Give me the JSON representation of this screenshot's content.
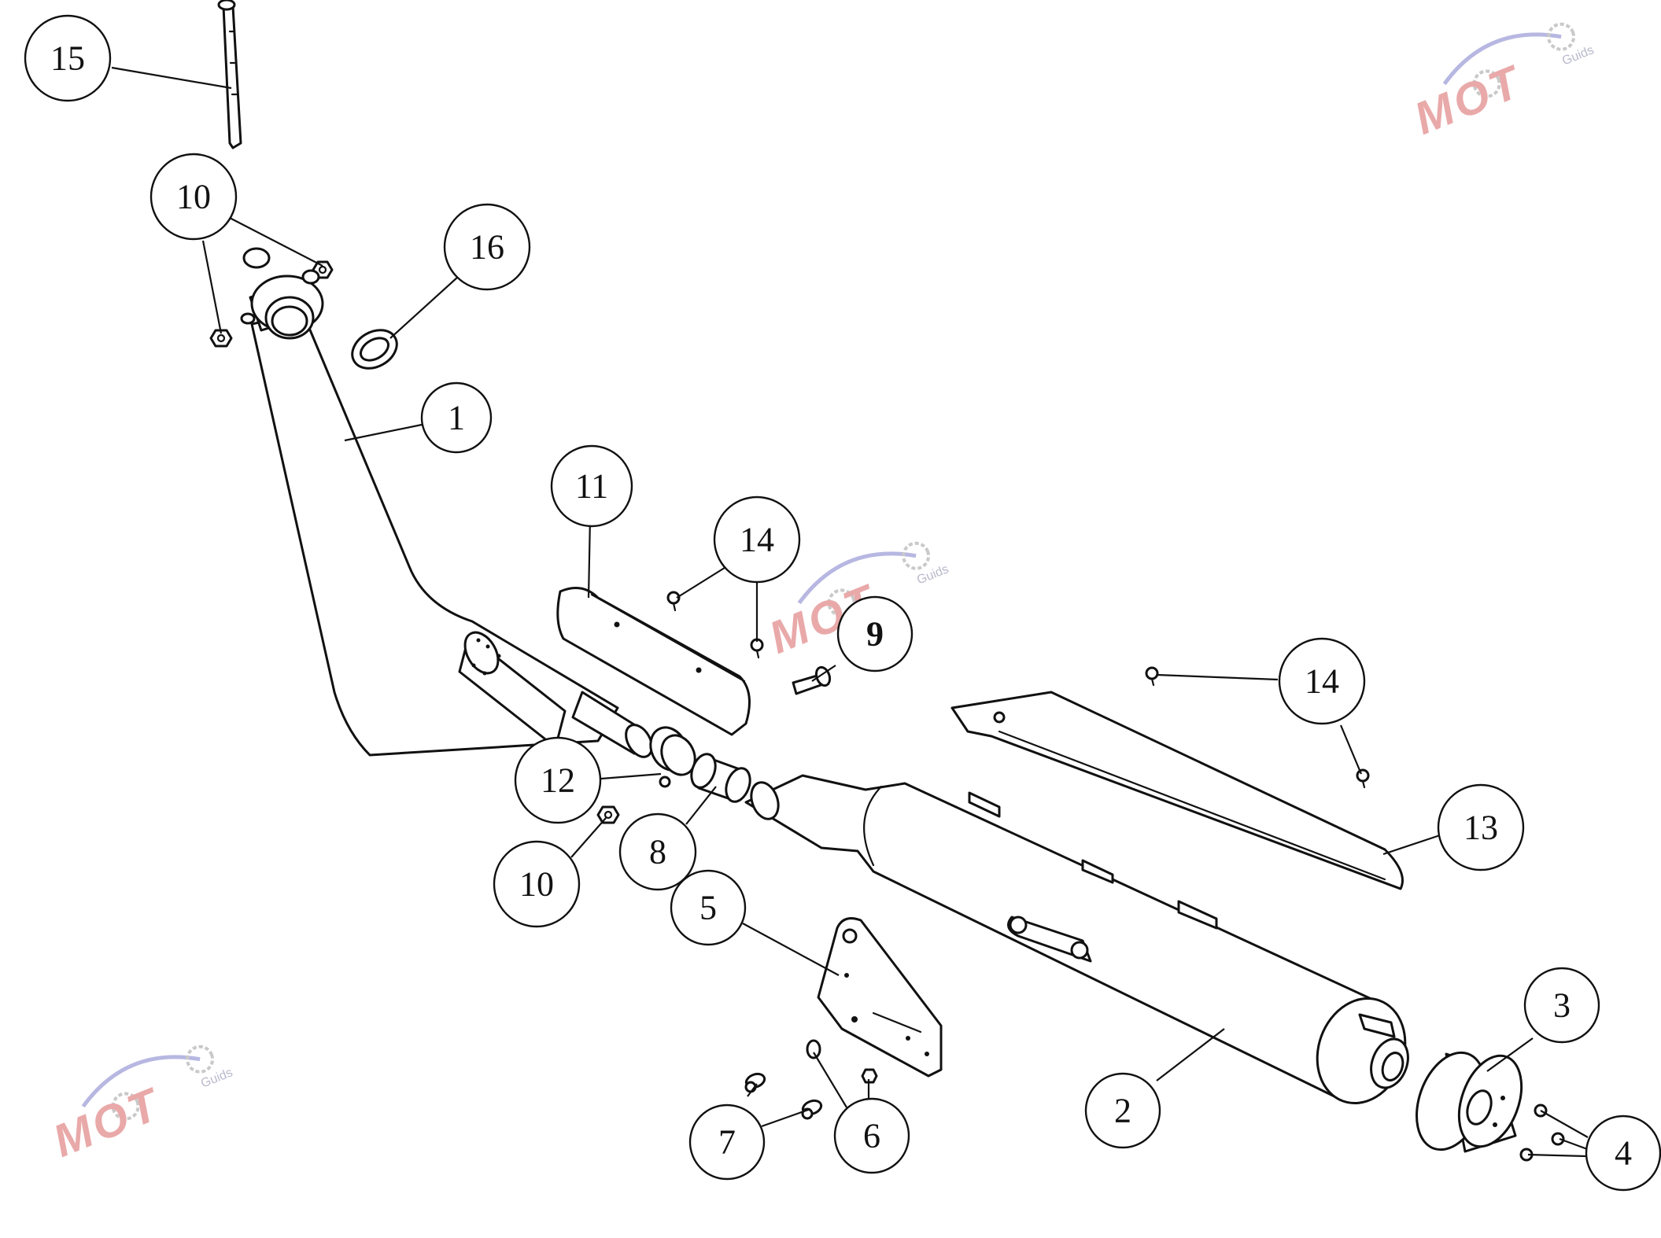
{
  "callouts": [
    {
      "id": "c15a",
      "label": "15"
    },
    {
      "id": "c10a",
      "label": "10"
    },
    {
      "id": "c16",
      "label": "16"
    },
    {
      "id": "c1",
      "label": "1"
    },
    {
      "id": "c11",
      "label": "11"
    },
    {
      "id": "c14a",
      "label": "14"
    },
    {
      "id": "c9",
      "label": "9"
    },
    {
      "id": "c14b",
      "label": "14"
    },
    {
      "id": "c12",
      "label": "12"
    },
    {
      "id": "c8",
      "label": "8"
    },
    {
      "id": "c10b",
      "label": "10"
    },
    {
      "id": "c5",
      "label": "5"
    },
    {
      "id": "c13",
      "label": "13"
    },
    {
      "id": "c3",
      "label": "3"
    },
    {
      "id": "c2",
      "label": "2"
    },
    {
      "id": "c7",
      "label": "7"
    },
    {
      "id": "c6",
      "label": "6"
    },
    {
      "id": "c4",
      "label": "4"
    }
  ],
  "watermark": {
    "text": "MOT",
    "subtext": "Guids"
  }
}
